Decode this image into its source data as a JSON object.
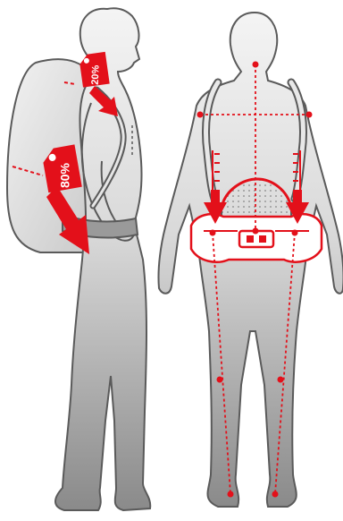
{
  "figures": {
    "side": {
      "name": "side-view"
    },
    "back": {
      "name": "back-view"
    }
  },
  "tags": {
    "shoulder": {
      "label": "20%",
      "share": 20
    },
    "hip": {
      "label": "80%",
      "share": 80
    }
  },
  "colors": {
    "accent": "#e3101a",
    "accent_dark": "#b0080f",
    "silhouette_light": "#f2f2f2",
    "silhouette_dark": "#8e8e8e",
    "outline": "#5a5a5a",
    "background": "#ffffff"
  }
}
